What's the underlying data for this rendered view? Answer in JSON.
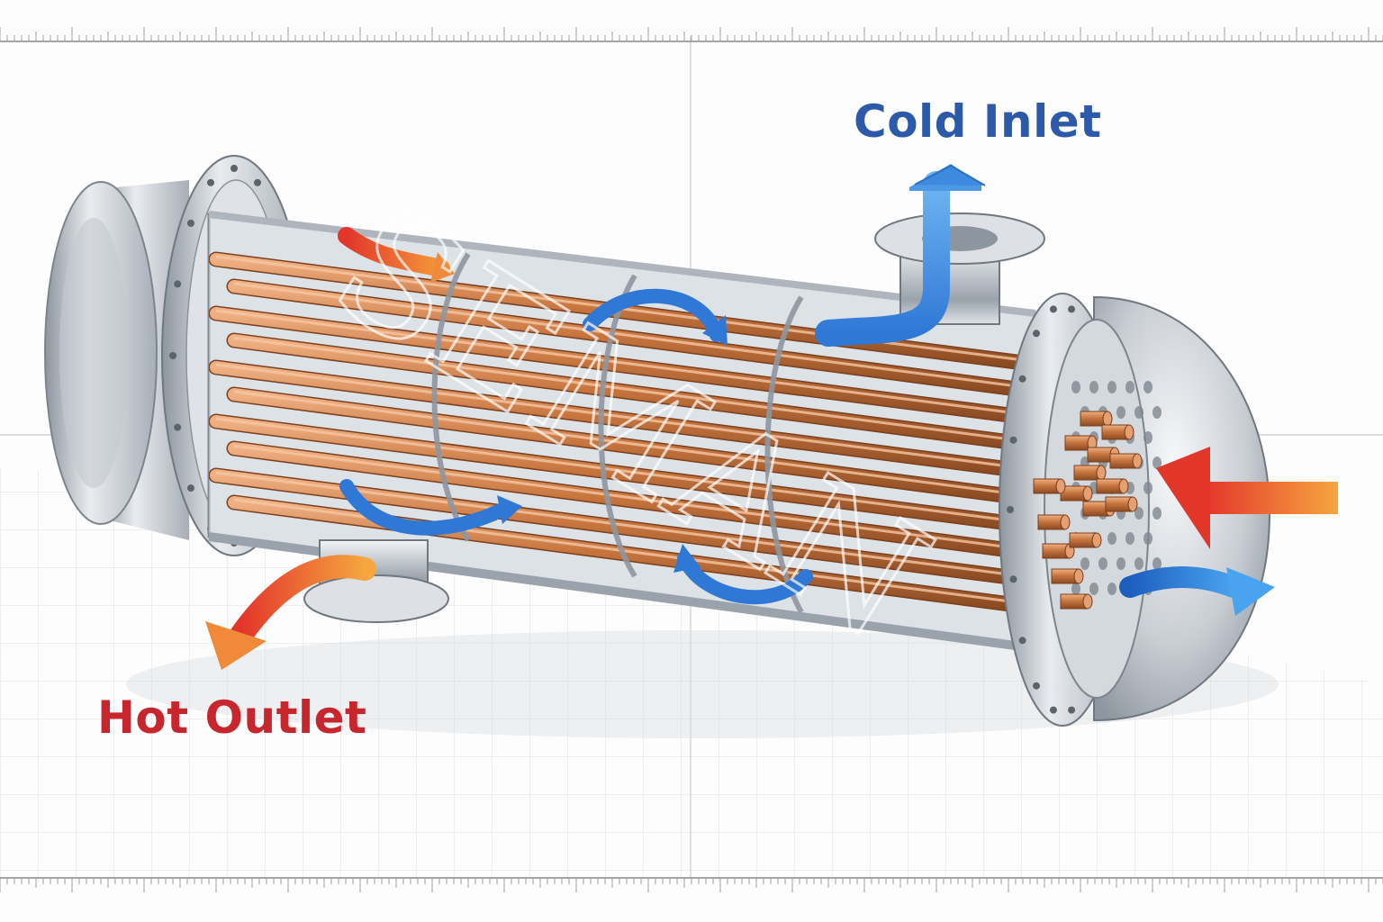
{
  "labels": {
    "cold_inlet": "Cold Inlet",
    "hot_outlet": "Hot Outlet"
  },
  "watermark": "SEMAN",
  "colors": {
    "cold": "#2f78d6",
    "cold_text": "#2c5aa8",
    "hot": "#e3362b",
    "hot_text": "#c8262d",
    "copper": "#c8763f",
    "steel": "#b9c0c8",
    "grid": "#d6d9de",
    "ruler": "#8a8a8a"
  },
  "icons": {
    "cold_inlet_arrow": "arrow-up-icon",
    "hot_outlet_arrow": "arrow-curve-down-left-icon",
    "hot_inlet_arrow": "arrow-left-icon",
    "cold_outlet_arrow": "arrow-right-icon"
  }
}
